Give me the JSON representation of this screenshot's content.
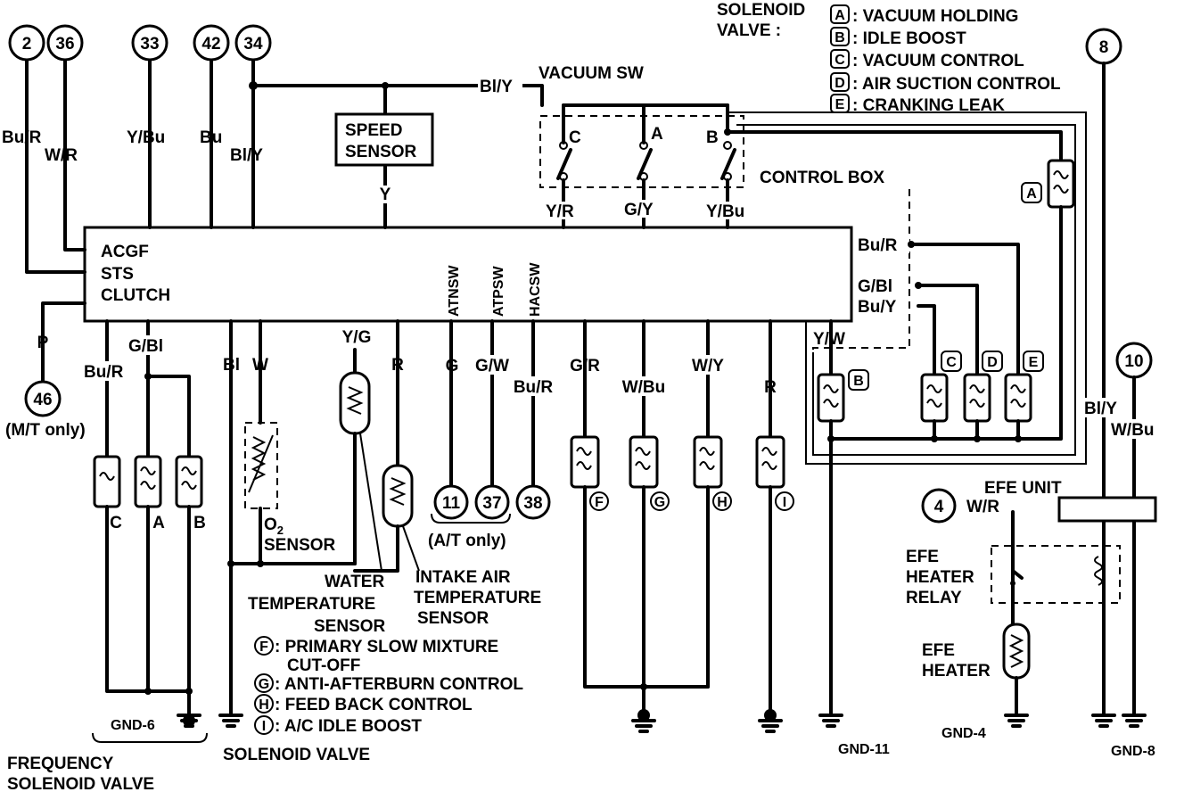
{
  "header": {
    "solenoid_valve_title_1": "SOLENOID",
    "solenoid_valve_title_2": "VALVE :",
    "legend_top": [
      {
        "key": "A",
        "text": ": VACUUM HOLDING"
      },
      {
        "key": "B",
        "text": ": IDLE BOOST"
      },
      {
        "key": "C",
        "text": ": VACUUM CONTROL"
      },
      {
        "key": "D",
        "text": ": AIR SUCTION CONTROL"
      },
      {
        "key": "E",
        "text": ": CRANKING LEAK"
      }
    ]
  },
  "connectors": {
    "c2": "2",
    "c36": "36",
    "c33": "33",
    "c42": "42",
    "c34": "34",
    "c8": "8",
    "c10": "10",
    "c46": "46",
    "c11": "11",
    "c37": "37",
    "c38": "38",
    "c4": "4"
  },
  "wires": {
    "bu_r_left": "Bu/R",
    "w_r": "W/R",
    "y_bu": "Y/Bu",
    "bu": "Bu",
    "bl_y": "Bl/Y",
    "bl_y_top": "Bl/Y",
    "y": "Y",
    "y_r": "Y/R",
    "g_y": "G/Y",
    "y_bu_sw": "Y/Bu",
    "bu_r_right": "Bu/R",
    "g_bl_right": "G/Bl",
    "bu_y": "Bu/Y",
    "y_w": "Y/W",
    "p": "P",
    "bu_r_bottom": "Bu/R",
    "g_bl_bottom": "G/Bl",
    "bl": "Bl",
    "w": "W",
    "y_g": "Y/G",
    "r1": "R",
    "g": "G",
    "g_w": "G/W",
    "bu_r_38": "Bu/R",
    "g_r": "G/R",
    "w_bu": "W/Bu",
    "w_y": "W/Y",
    "r2": "R",
    "bl_y_efe": "Bl/Y",
    "w_bu_efe": "W/Bu",
    "w_r_efe": "W/R"
  },
  "components": {
    "vacuum_sw": "VACUUM SW",
    "speed_sensor_1": "SPEED",
    "speed_sensor_2": "SENSOR",
    "control_box": "CONTROL BOX",
    "ecu_labels": [
      "ACGF",
      "STS",
      "CLUTCH"
    ],
    "ecu_vertical": [
      "ATNSW",
      "ATPSW",
      "HACSW"
    ],
    "switch_letters": [
      "C",
      "A",
      "B"
    ],
    "mt_only": "(M/T only)",
    "at_only": "(A/T only)",
    "o2_sensor_pre": "O",
    "o2_sensor_sub": "2",
    "o2_sensor_2": "SENSOR",
    "water_temp": [
      "WATER",
      "TEMPERATURE",
      "SENSOR"
    ],
    "intake_air_temp": [
      "INTAKE AIR",
      "TEMPERATURE",
      "SENSOR"
    ],
    "efe_unit": "EFE UNIT",
    "efe_heater_relay": [
      "EFE",
      "HEATER",
      "RELAY"
    ],
    "efe_heater": [
      "EFE",
      "HEATER"
    ],
    "freq_sol": [
      "FREQUENCY",
      "SOLENOID VALVE"
    ],
    "solenoid_valve": "SOLENOID VALVE",
    "sol_letters_left": [
      "C",
      "A",
      "B"
    ],
    "sol_letters_right": [
      "A",
      "B",
      "C",
      "D",
      "E"
    ],
    "sol_letters_bottom": [
      "F",
      "G",
      "H",
      "I"
    ]
  },
  "grounds": {
    "gnd6": "GND-6",
    "gnd11": "GND-11",
    "gnd4": "GND-4",
    "gnd8": "GND-8"
  },
  "legend_bottom": [
    {
      "key": "F",
      "text": ": PRIMARY SLOW MIXTURE"
    },
    {
      "key": "",
      "text": "CUT-OFF"
    },
    {
      "key": "G",
      "text": ": ANTI-AFTERBURN CONTROL"
    },
    {
      "key": "H",
      "text": ": FEED BACK CONTROL"
    },
    {
      "key": "I",
      "text": ": A/C IDLE BOOST"
    }
  ]
}
